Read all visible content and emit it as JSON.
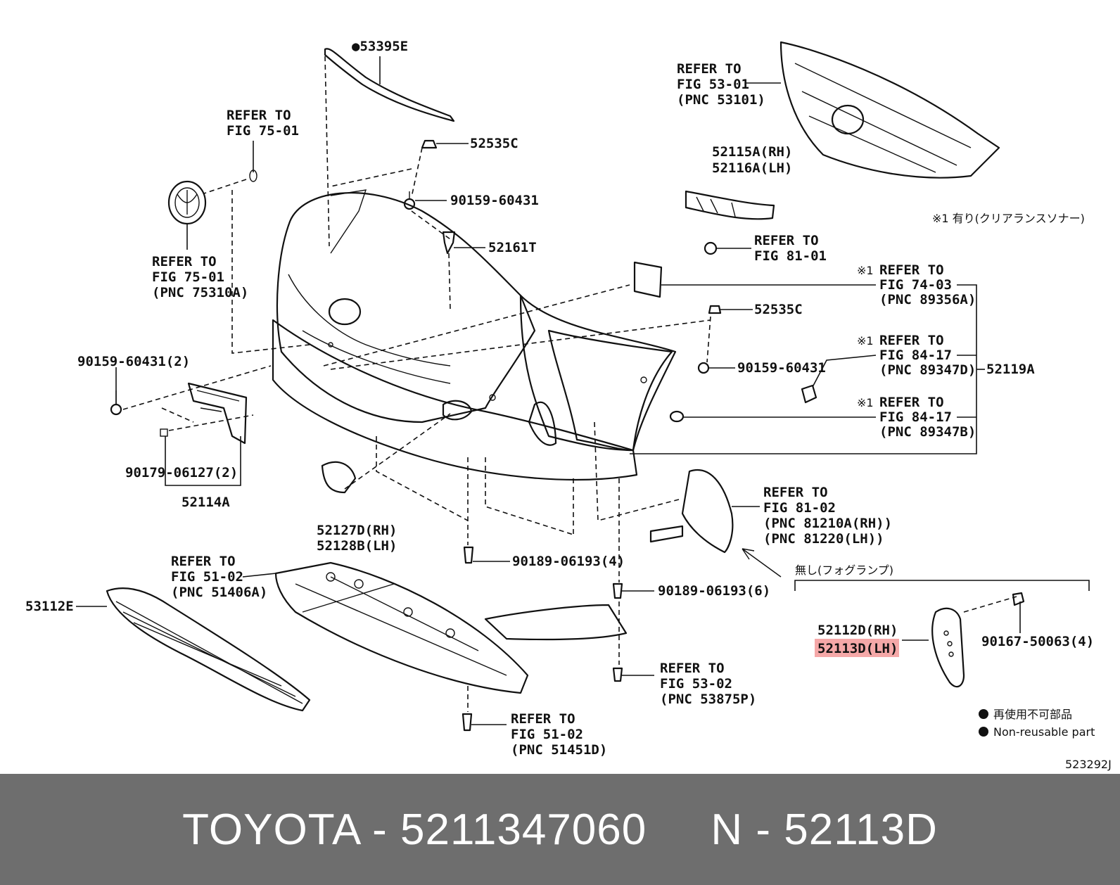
{
  "callouts": {
    "c53395E": "●53395E",
    "c52535C_top": "52535C",
    "c90159_top": "90159-60431",
    "c52161T": "52161T",
    "c52535C_mid": "52535C",
    "c90159_mid": "90159-60431",
    "c90159_2": "90159-60431(2)",
    "c90179": "90179-06127(2)",
    "c52114A": "52114A",
    "c52127D": "52127D(RH)",
    "c52128B": "52128B(LH)",
    "c90189_4": "90189-06193(4)",
    "c90189_6": "90189-06193(6)",
    "c53112E": "53112E",
    "c52115A": "52115A(RH)",
    "c52116A": "52116A(LH)",
    "c52119A": "52119A",
    "c52112D": "52112D(RH)",
    "c52113D": "52113D(LH)",
    "c90167": "90167-50063(4)",
    "diagram_id": "523292J"
  },
  "refer_blocks": {
    "fig75_top": [
      "REFER TO",
      "FIG 75-01"
    ],
    "fig75_bottom": [
      "REFER TO",
      "FIG 75-01",
      "(PNC 75310A)"
    ],
    "fig53_01": [
      "REFER TO",
      "FIG 53-01",
      "(PNC 53101)"
    ],
    "fig81_01": [
      "REFER TO",
      "FIG 81-01"
    ],
    "fig74_03": [
      "REFER TO",
      "FIG 74-03",
      "(PNC 89356A)"
    ],
    "fig84_17a": [
      "REFER TO",
      "FIG 84-17",
      "(PNC 89347D)"
    ],
    "fig84_17b": [
      "REFER TO",
      "FIG 84-17",
      "(PNC 89347B)"
    ],
    "fig81_02": [
      "REFER TO",
      "FIG 81-02",
      "(PNC 81210A(RH))",
      "(PNC 81220(LH))"
    ],
    "fig51_02a": [
      "REFER TO",
      "FIG 51-02",
      "(PNC 51406A)"
    ],
    "fig53_02": [
      "REFER TO",
      "FIG 53-02",
      "(PNC 53875P)"
    ],
    "fig51_02b": [
      "REFER TO",
      "FIG 51-02",
      "(PNC 51451D)"
    ]
  },
  "notes": {
    "note1": "※1  有り(クリアランスソナー)",
    "mark1a": "※1",
    "mark1b": "※1",
    "mark1c": "※1",
    "no_fog": "無し(フォグランプ)",
    "legend_jp": "再使用不可部品",
    "legend_en": "Non-reusable part"
  },
  "footer": {
    "brand": "TOYOTA",
    "part_number": "5211347060",
    "code": "N - 52113D",
    "separator": " - "
  },
  "colors": {
    "highlight": "#f28b8b",
    "footer_bg": "#6e6e6e"
  }
}
